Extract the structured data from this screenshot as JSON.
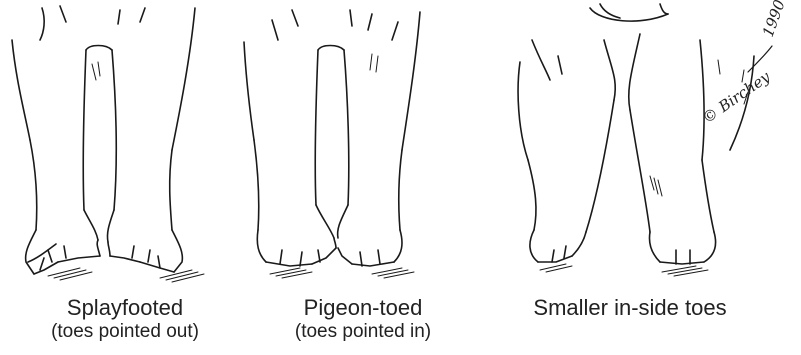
{
  "panels": [
    {
      "caption": "Splayfooted",
      "subcaption": "(toes pointed out)"
    },
    {
      "caption": "Pigeon-toed",
      "subcaption": "(toes pointed in)"
    },
    {
      "caption": "Smaller in-side toes",
      "subcaption": ""
    }
  ],
  "signature": {
    "name": "© Birchey",
    "year": "1990"
  },
  "colors": {
    "ink": "#1a1a1a",
    "background": "#ffffff"
  }
}
